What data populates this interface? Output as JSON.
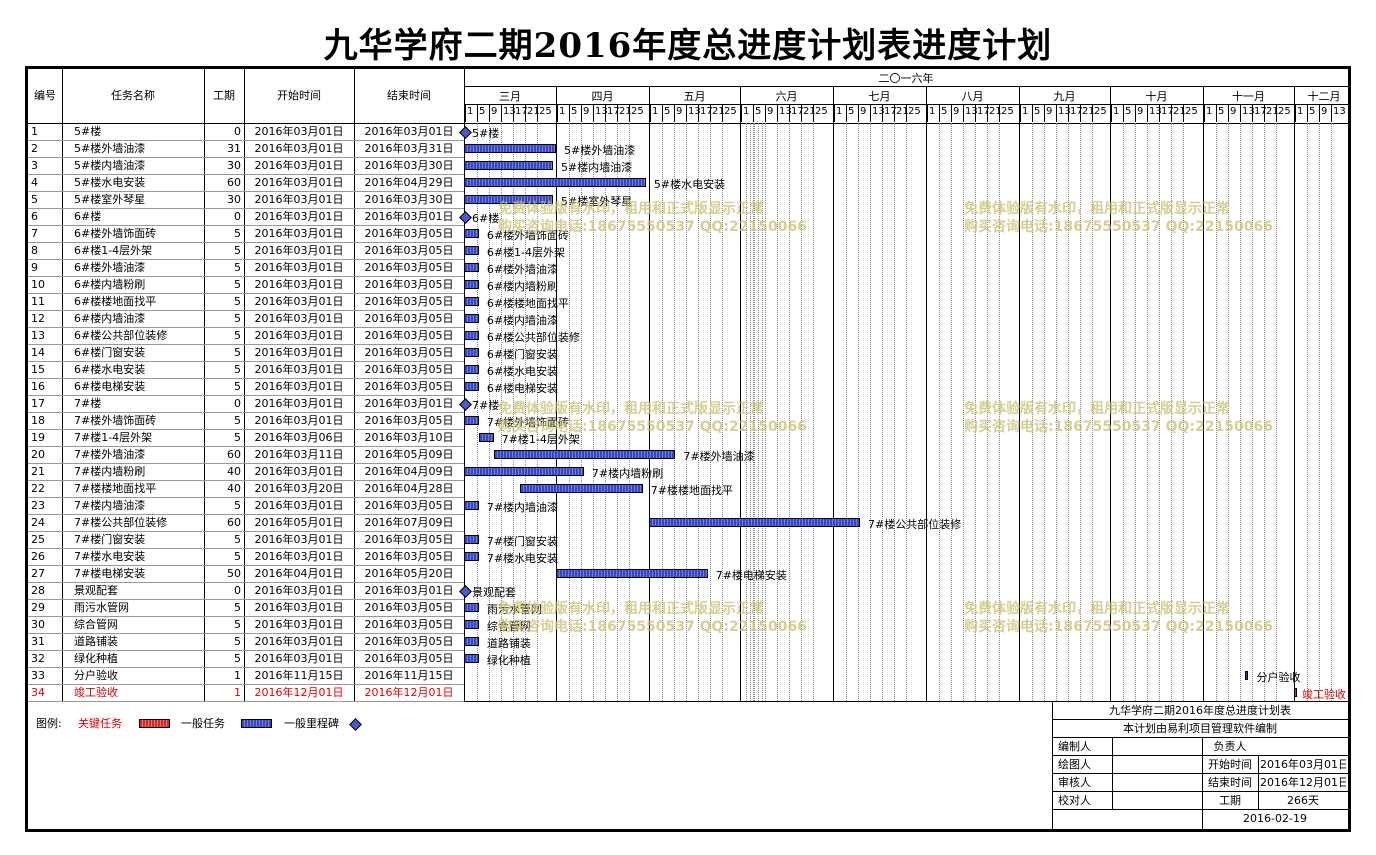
{
  "title": "九华学府二期2016年度总进度计划表进度计划",
  "headers": {
    "no": "编号",
    "name": "任务名称",
    "dur": "工期",
    "start": "开始时间",
    "end": "结束时间",
    "year": "二〇一六年"
  },
  "months": [
    "三月",
    "四月",
    "五月",
    "六月",
    "七月",
    "八月",
    "九月",
    "十月",
    "十一月",
    "十二月"
  ],
  "day_ticks": [
    "1",
    "5",
    "9",
    "13",
    "17",
    "21",
    "25"
  ],
  "day_ticks_last": [
    "1",
    "5",
    "9",
    "13"
  ],
  "tasks": [
    {
      "no": "1",
      "name": "5#楼",
      "dur": "0",
      "start": "2016年03月01日",
      "end": "2016年03月01日",
      "label": "5#楼",
      "s": 0,
      "d": 0,
      "ms": true
    },
    {
      "no": "2",
      "name": "5#楼外墙油漆",
      "dur": "31",
      "start": "2016年03月01日",
      "end": "2016年03月31日",
      "label": "5#楼外墙油漆",
      "s": 0,
      "d": 31
    },
    {
      "no": "3",
      "name": "5#楼内墙油漆",
      "dur": "30",
      "start": "2016年03月01日",
      "end": "2016年03月30日",
      "label": "5#楼内墙油漆",
      "s": 0,
      "d": 30
    },
    {
      "no": "4",
      "name": "5#楼水电安装",
      "dur": "60",
      "start": "2016年03月01日",
      "end": "2016年04月29日",
      "label": "5#楼水电安装",
      "s": 0,
      "d": 60
    },
    {
      "no": "5",
      "name": "5#楼室外琴星",
      "dur": "30",
      "start": "2016年03月01日",
      "end": "2016年03月30日",
      "label": "5#楼室外琴星",
      "s": 0,
      "d": 30
    },
    {
      "no": "6",
      "name": "6#楼",
      "dur": "0",
      "start": "2016年03月01日",
      "end": "2016年03月01日",
      "label": "6#楼",
      "s": 0,
      "d": 0,
      "ms": true
    },
    {
      "no": "7",
      "name": "6#楼外墙饰面砖",
      "dur": "5",
      "start": "2016年03月01日",
      "end": "2016年03月05日",
      "label": "6#楼外墙饰面砖",
      "s": 0,
      "d": 5
    },
    {
      "no": "8",
      "name": "6#楼1-4层外架",
      "dur": "5",
      "start": "2016年03月01日",
      "end": "2016年03月05日",
      "label": "6#楼1-4层外架",
      "s": 0,
      "d": 5
    },
    {
      "no": "9",
      "name": "6#楼外墙油漆",
      "dur": "5",
      "start": "2016年03月01日",
      "end": "2016年03月05日",
      "label": "6#楼外墙油漆",
      "s": 0,
      "d": 5
    },
    {
      "no": "10",
      "name": "6#楼内墙粉刷",
      "dur": "5",
      "start": "2016年03月01日",
      "end": "2016年03月05日",
      "label": "6#楼内墙粉刷",
      "s": 0,
      "d": 5
    },
    {
      "no": "11",
      "name": "6#楼楼地面找平",
      "dur": "5",
      "start": "2016年03月01日",
      "end": "2016年03月05日",
      "label": "6#楼楼地面找平",
      "s": 0,
      "d": 5
    },
    {
      "no": "12",
      "name": "6#楼内墙油漆",
      "dur": "5",
      "start": "2016年03月01日",
      "end": "2016年03月05日",
      "label": "6#楼内墙油漆",
      "s": 0,
      "d": 5
    },
    {
      "no": "13",
      "name": "6#楼公共部位装修",
      "dur": "5",
      "start": "2016年03月01日",
      "end": "2016年03月05日",
      "label": "6#楼公共部位装修",
      "s": 0,
      "d": 5
    },
    {
      "no": "14",
      "name": "6#楼门窗安装",
      "dur": "5",
      "start": "2016年03月01日",
      "end": "2016年03月05日",
      "label": "6#楼门窗安装",
      "s": 0,
      "d": 5
    },
    {
      "no": "15",
      "name": "6#楼水电安装",
      "dur": "5",
      "start": "2016年03月01日",
      "end": "2016年03月05日",
      "label": "6#楼水电安装",
      "s": 0,
      "d": 5
    },
    {
      "no": "16",
      "name": "6#楼电梯安装",
      "dur": "5",
      "start": "2016年03月01日",
      "end": "2016年03月05日",
      "label": "6#楼电梯安装",
      "s": 0,
      "d": 5
    },
    {
      "no": "17",
      "name": "7#楼",
      "dur": "0",
      "start": "2016年03月01日",
      "end": "2016年03月01日",
      "label": "7#楼",
      "s": 0,
      "d": 0,
      "ms": true
    },
    {
      "no": "18",
      "name": "7#楼外墙饰面砖",
      "dur": "5",
      "start": "2016年03月01日",
      "end": "2016年03月05日",
      "label": "7#楼外墙饰面砖",
      "s": 0,
      "d": 5
    },
    {
      "no": "19",
      "name": "7#楼1-4层外架",
      "dur": "5",
      "start": "2016年03月06日",
      "end": "2016年03月10日",
      "label": "7#楼1-4层外架",
      "s": 5,
      "d": 5
    },
    {
      "no": "20",
      "name": "7#楼外墙油漆",
      "dur": "60",
      "start": "2016年03月11日",
      "end": "2016年05月09日",
      "label": "7#楼外墙油漆",
      "s": 10,
      "d": 60
    },
    {
      "no": "21",
      "name": "7#楼内墙粉刷",
      "dur": "40",
      "start": "2016年03月01日",
      "end": "2016年04月09日",
      "label": "7#楼内墙粉刷",
      "s": 0,
      "d": 40
    },
    {
      "no": "22",
      "name": "7#楼楼地面找平",
      "dur": "40",
      "start": "2016年03月20日",
      "end": "2016年04月28日",
      "label": "7#楼楼地面找平",
      "s": 19,
      "d": 40
    },
    {
      "no": "23",
      "name": "7#楼内墙油漆",
      "dur": "5",
      "start": "2016年03月01日",
      "end": "2016年03月05日",
      "label": "7#楼内墙油漆",
      "s": 0,
      "d": 5
    },
    {
      "no": "24",
      "name": "7#楼公共部位装修",
      "dur": "60",
      "start": "2016年05月01日",
      "end": "2016年07月09日",
      "label": "7#楼公共部位装修",
      "s": 61,
      "d": 70
    },
    {
      "no": "25",
      "name": "7#楼门窗安装",
      "dur": "5",
      "start": "2016年03月01日",
      "end": "2016年03月05日",
      "label": "7#楼门窗安装",
      "s": 0,
      "d": 5
    },
    {
      "no": "26",
      "name": "7#楼水电安装",
      "dur": "5",
      "start": "2016年03月01日",
      "end": "2016年03月05日",
      "label": "7#楼水电安装",
      "s": 0,
      "d": 5
    },
    {
      "no": "27",
      "name": "7#楼电梯安装",
      "dur": "50",
      "start": "2016年04月01日",
      "end": "2016年05月20日",
      "label": "7#楼电梯安装",
      "s": 31,
      "d": 50
    },
    {
      "no": "28",
      "name": "景观配套",
      "dur": "0",
      "start": "2016年03月01日",
      "end": "2016年03月01日",
      "label": "景观配套",
      "s": 0,
      "d": 0,
      "ms": true
    },
    {
      "no": "29",
      "name": "雨污水管网",
      "dur": "5",
      "start": "2016年03月01日",
      "end": "2016年03月05日",
      "label": "雨污水管网",
      "s": 0,
      "d": 5
    },
    {
      "no": "30",
      "name": "综合管网",
      "dur": "5",
      "start": "2016年03月01日",
      "end": "2016年03月05日",
      "label": "综合管网",
      "s": 0,
      "d": 5
    },
    {
      "no": "31",
      "name": "道路铺装",
      "dur": "5",
      "start": "2016年03月01日",
      "end": "2016年03月05日",
      "label": "道路铺装",
      "s": 0,
      "d": 5
    },
    {
      "no": "32",
      "name": "绿化种植",
      "dur": "5",
      "start": "2016年03月01日",
      "end": "2016年03月05日",
      "label": "绿化种植",
      "s": 0,
      "d": 5
    },
    {
      "no": "33",
      "name": "分户验收",
      "dur": "1",
      "start": "2016年11月15日",
      "end": "2016年11月15日",
      "label": "分户验收",
      "s": 259,
      "d": 1
    },
    {
      "no": "34",
      "name": "竣工验收",
      "dur": "1",
      "start": "2016年12月01日",
      "end": "2016年12月01日",
      "label": "竣工验收",
      "s": 275,
      "d": 1,
      "critical": true
    }
  ],
  "legend": {
    "label": "图例:",
    "critical": "关键任务",
    "normal": "一般任务",
    "milestone": "一般里程碑"
  },
  "info": {
    "title": "九华学府二期2016年度总进度计划表",
    "subtitle": "本计划由易利项目管理软件编制",
    "editor": "编制人",
    "owner": "负责人",
    "drawer": "绘图人",
    "start_label": "开始时间",
    "start": "2016年03月01日",
    "reviewer": "审核人",
    "end_label": "结束时间",
    "end": "2016年12月01日",
    "checker": "校对人",
    "dur_label": "工期",
    "dur": "266天",
    "date": "2016-02-19"
  },
  "watermark": {
    "line1": "免费体验版有水印，租用和正式版显示正常",
    "line2": "购买咨询电话:18675550537 QQ:22150066"
  },
  "colors": {
    "bar": "#3646c4",
    "critical": "#d62b2b",
    "milestone": "#4a5ad0",
    "watermark": "#c8c070"
  }
}
